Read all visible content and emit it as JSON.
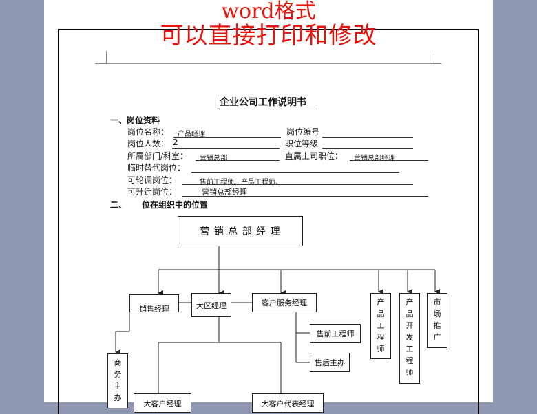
{
  "banner": {
    "line1": "word格式",
    "line2": "可以直接打印和修改"
  },
  "document": {
    "title": "企业公司工作说明书",
    "section1": "一、岗位资料",
    "section2_num": "二、",
    "section2_title": "位在组织中的位置",
    "fields": {
      "position_name_label": "岗位名称：",
      "position_name_value": "产品经理",
      "position_no_label": "岗位编号",
      "headcount_label": "岗位人数：",
      "headcount_value": "2",
      "grade_label": "职位等级",
      "dept_label": "所属部门/科室：",
      "dept_value": "营销总部",
      "superior_label": "直属上司职位：",
      "superior_value": "营销总部经理",
      "substitute_label": "临时替代岗位：",
      "rotation_label": "可轮调岗位：",
      "rotation_value": "售前工程师、产品工程师、",
      "promotion_label": "可升迁岗位：",
      "promotion_value": "营销总部经理"
    }
  },
  "org_chart": {
    "top": "营 销 总 部 经 理",
    "sales_manager": "销售经理",
    "region_manager": "大区经理",
    "customer_service_manager": "客户服务经理",
    "product_engineer": [
      "产",
      "品",
      "工",
      "程",
      "师"
    ],
    "product_dev_engineer": [
      "产",
      "品",
      "开",
      "发",
      "工",
      "程",
      "师"
    ],
    "market_promotion": [
      "市",
      "场",
      "推",
      "广"
    ],
    "presales_engineer": "售前工程师",
    "aftersales_lead": "售后主办",
    "business_lead": [
      "商",
      "务",
      "主",
      "办"
    ],
    "bottom_left": "大客户经理",
    "bottom_right": "大客户代表经理"
  }
}
